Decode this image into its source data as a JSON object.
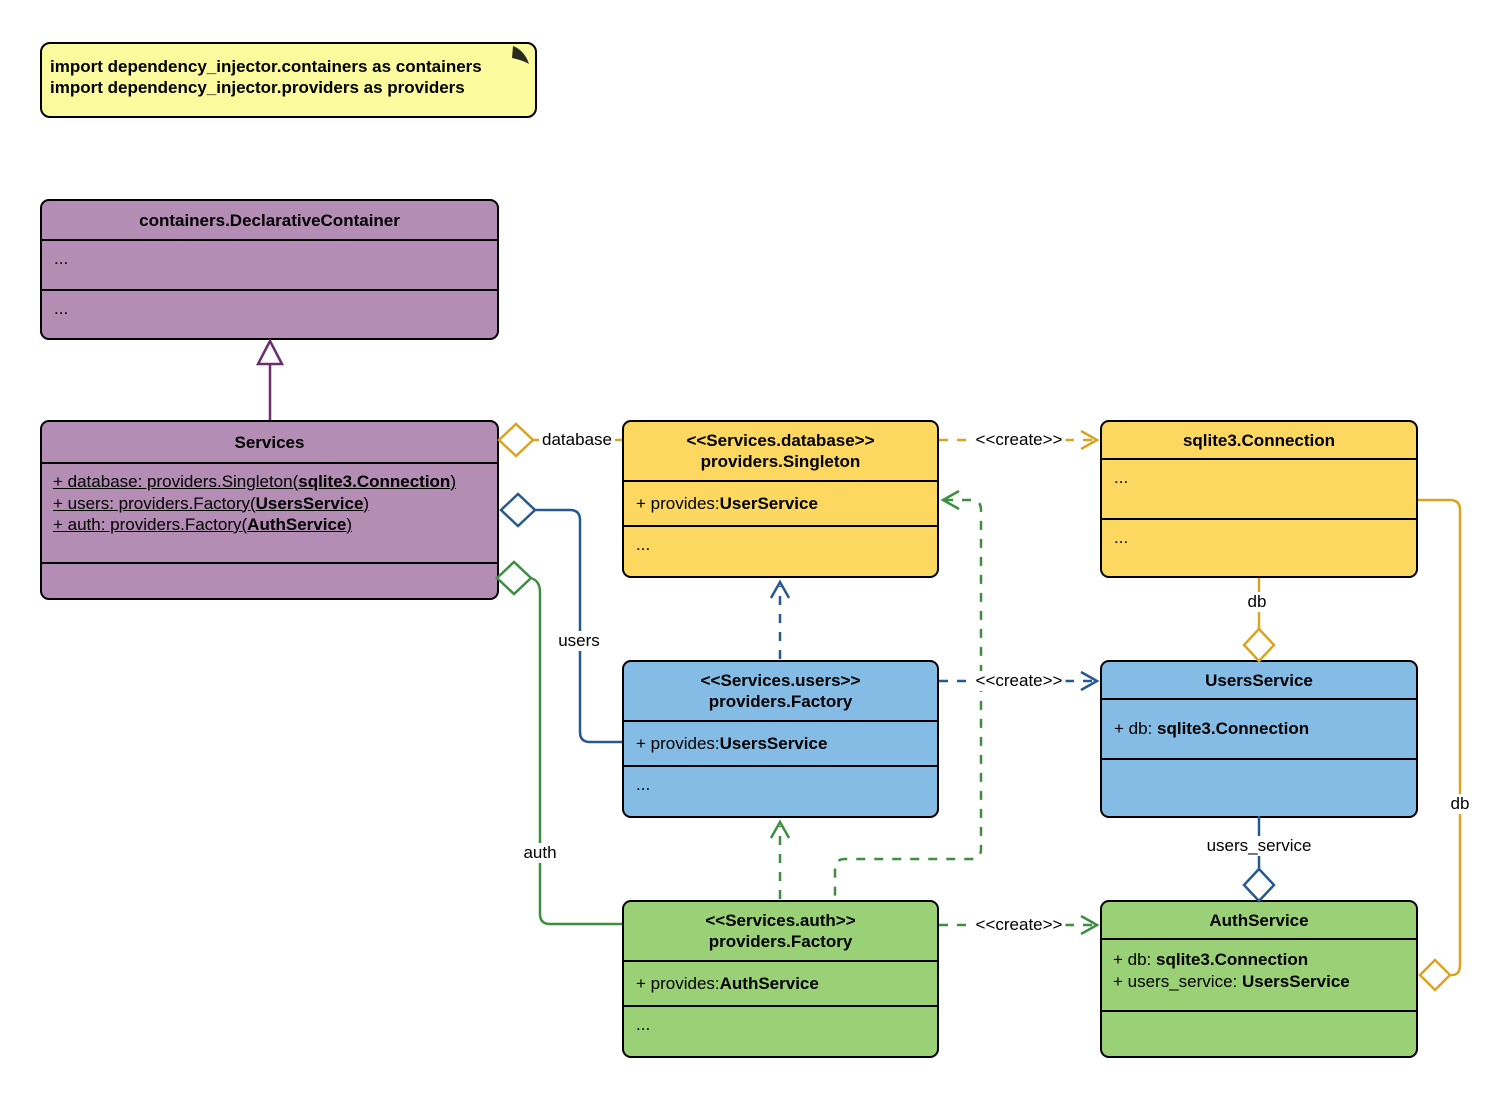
{
  "colors": {
    "purple_fill": "#b38db3",
    "purple_stroke": "#6c2d6c",
    "yellow_fill": "#fcd860",
    "yellow_stroke": "#d9a521",
    "blue_fill": "#85bce5",
    "blue_stroke": "#27588f",
    "green_fill": "#9ad177",
    "green_stroke": "#3e8e41",
    "note_fill": "#fbfb9e",
    "box_border": "#000000"
  },
  "note": {
    "line1": "import dependency_injector.containers as containers",
    "line2": "import dependency_injector.providers as providers"
  },
  "classes": {
    "declarative_container": {
      "title": "containers.DeclarativeContainer",
      "row1": "...",
      "row2": "..."
    },
    "services": {
      "title": "Services",
      "attr1": {
        "pre": "+ database: providers.Singleton(",
        "bold": "sqlite3.Connection",
        "post": ")"
      },
      "attr2": {
        "pre": "+ users: providers.Factory(",
        "bold": "UsersService",
        "post": ")"
      },
      "attr3": {
        "pre": "+ auth: providers.Factory(",
        "bold": "AuthService",
        "post": ")"
      }
    },
    "database_singleton": {
      "stereotype": "<<Services.database>>",
      "title": "providers.Singleton",
      "provides_pre": "+ provides: ",
      "provides_bold": "UserService",
      "more": "..."
    },
    "sqlite3_connection": {
      "title": "sqlite3.Connection",
      "row1": "...",
      "row2": "..."
    },
    "users_factory": {
      "stereotype": "<<Services.users>>",
      "title": "providers.Factory",
      "provides_pre": "+ provides: ",
      "provides_bold": "UsersService",
      "more": "..."
    },
    "users_service": {
      "title": "UsersService",
      "attr_pre": "+ db: ",
      "attr_bold": "sqlite3.Connection"
    },
    "auth_factory": {
      "stereotype": "<<Services.auth>>",
      "title": "providers.Factory",
      "provides_pre": "+ provides: ",
      "provides_bold": "AuthService",
      "more": "..."
    },
    "auth_service": {
      "title": "AuthService",
      "attr1_pre": "+ db: ",
      "attr1_bold": "sqlite3.Connection",
      "attr2_pre": "+ users_service: ",
      "attr2_bold": "UsersService"
    }
  },
  "edge_labels": {
    "database": "database",
    "users": "users",
    "auth": "auth",
    "create": "<<create>>",
    "db_users": "db",
    "db_auth": "db",
    "users_service": "users_service"
  }
}
